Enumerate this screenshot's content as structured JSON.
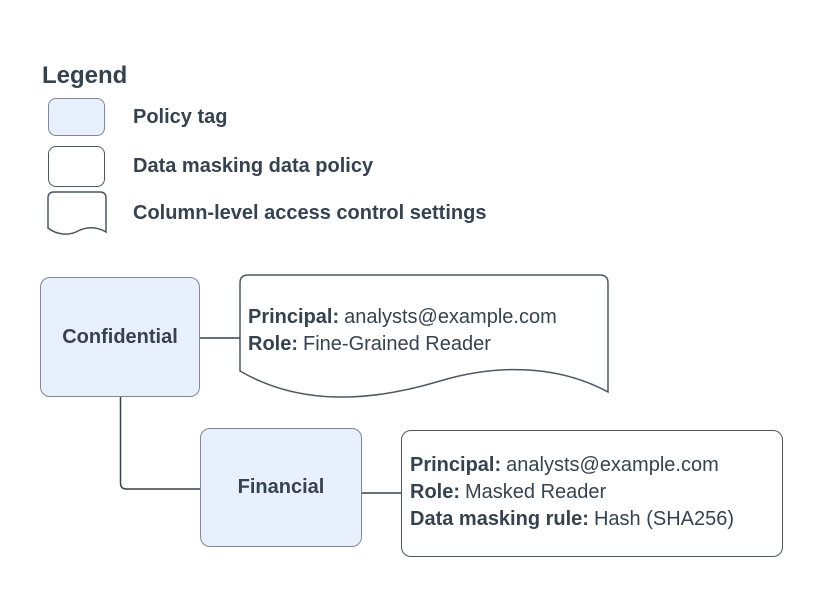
{
  "legend": {
    "title": "Legend",
    "items": [
      {
        "label": "Policy tag",
        "swatch": "policy-tag-swatch"
      },
      {
        "label": "Data masking data policy",
        "swatch": "data-masking-policy-swatch"
      },
      {
        "label": "Column-level access control settings",
        "swatch": "column-access-document-swatch"
      }
    ]
  },
  "nodes": {
    "confidential": "Confidential",
    "financial": "Financial"
  },
  "access_settings": {
    "principal_label": "Principal:",
    "principal": "analysts@example.com",
    "role_label": "Role:",
    "role": "Fine-Grained Reader"
  },
  "masking_policy": {
    "principal_label": "Principal:",
    "principal": "analysts@example.com",
    "role_label": "Role:",
    "role": "Masked Reader",
    "rule_label": "Data masking rule:",
    "rule": "Hash (SHA256)"
  },
  "colors": {
    "policy_tag_fill": "#e8f0fe",
    "policy_tag_border": "#7e8896",
    "shape_border": "#4d5761",
    "connector": "#36424e",
    "text": "#36424e",
    "background": "#ffffff"
  }
}
